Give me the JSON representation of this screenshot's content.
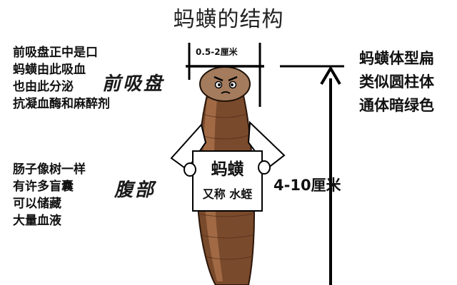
{
  "title": "蚂蟥的结构",
  "left_top_lines": [
    "前吸盘正中是口",
    "蚂蟥由此吸血",
    "也由此分泌",
    "抗凝血酶和麻醉剂"
  ],
  "label_sucker": "前吸盘",
  "left_mid_lines": [
    "肠子像树一样",
    "有许多盲囊",
    "可以储藏",
    "大量血液"
  ],
  "label_belly": "腹部",
  "width_label": "0.5-2厘米",
  "right_top_lines": [
    "蚂蟥体型扁",
    "类似圆柱体",
    "通体暗绿色"
  ],
  "length_label": "4-10厘米",
  "sign": {
    "main": "蚂蟥",
    "sub": "又称 水蛭"
  },
  "colors": {
    "body": "#7a4a2c",
    "body_light": "#a8704a",
    "line": "#000000"
  }
}
